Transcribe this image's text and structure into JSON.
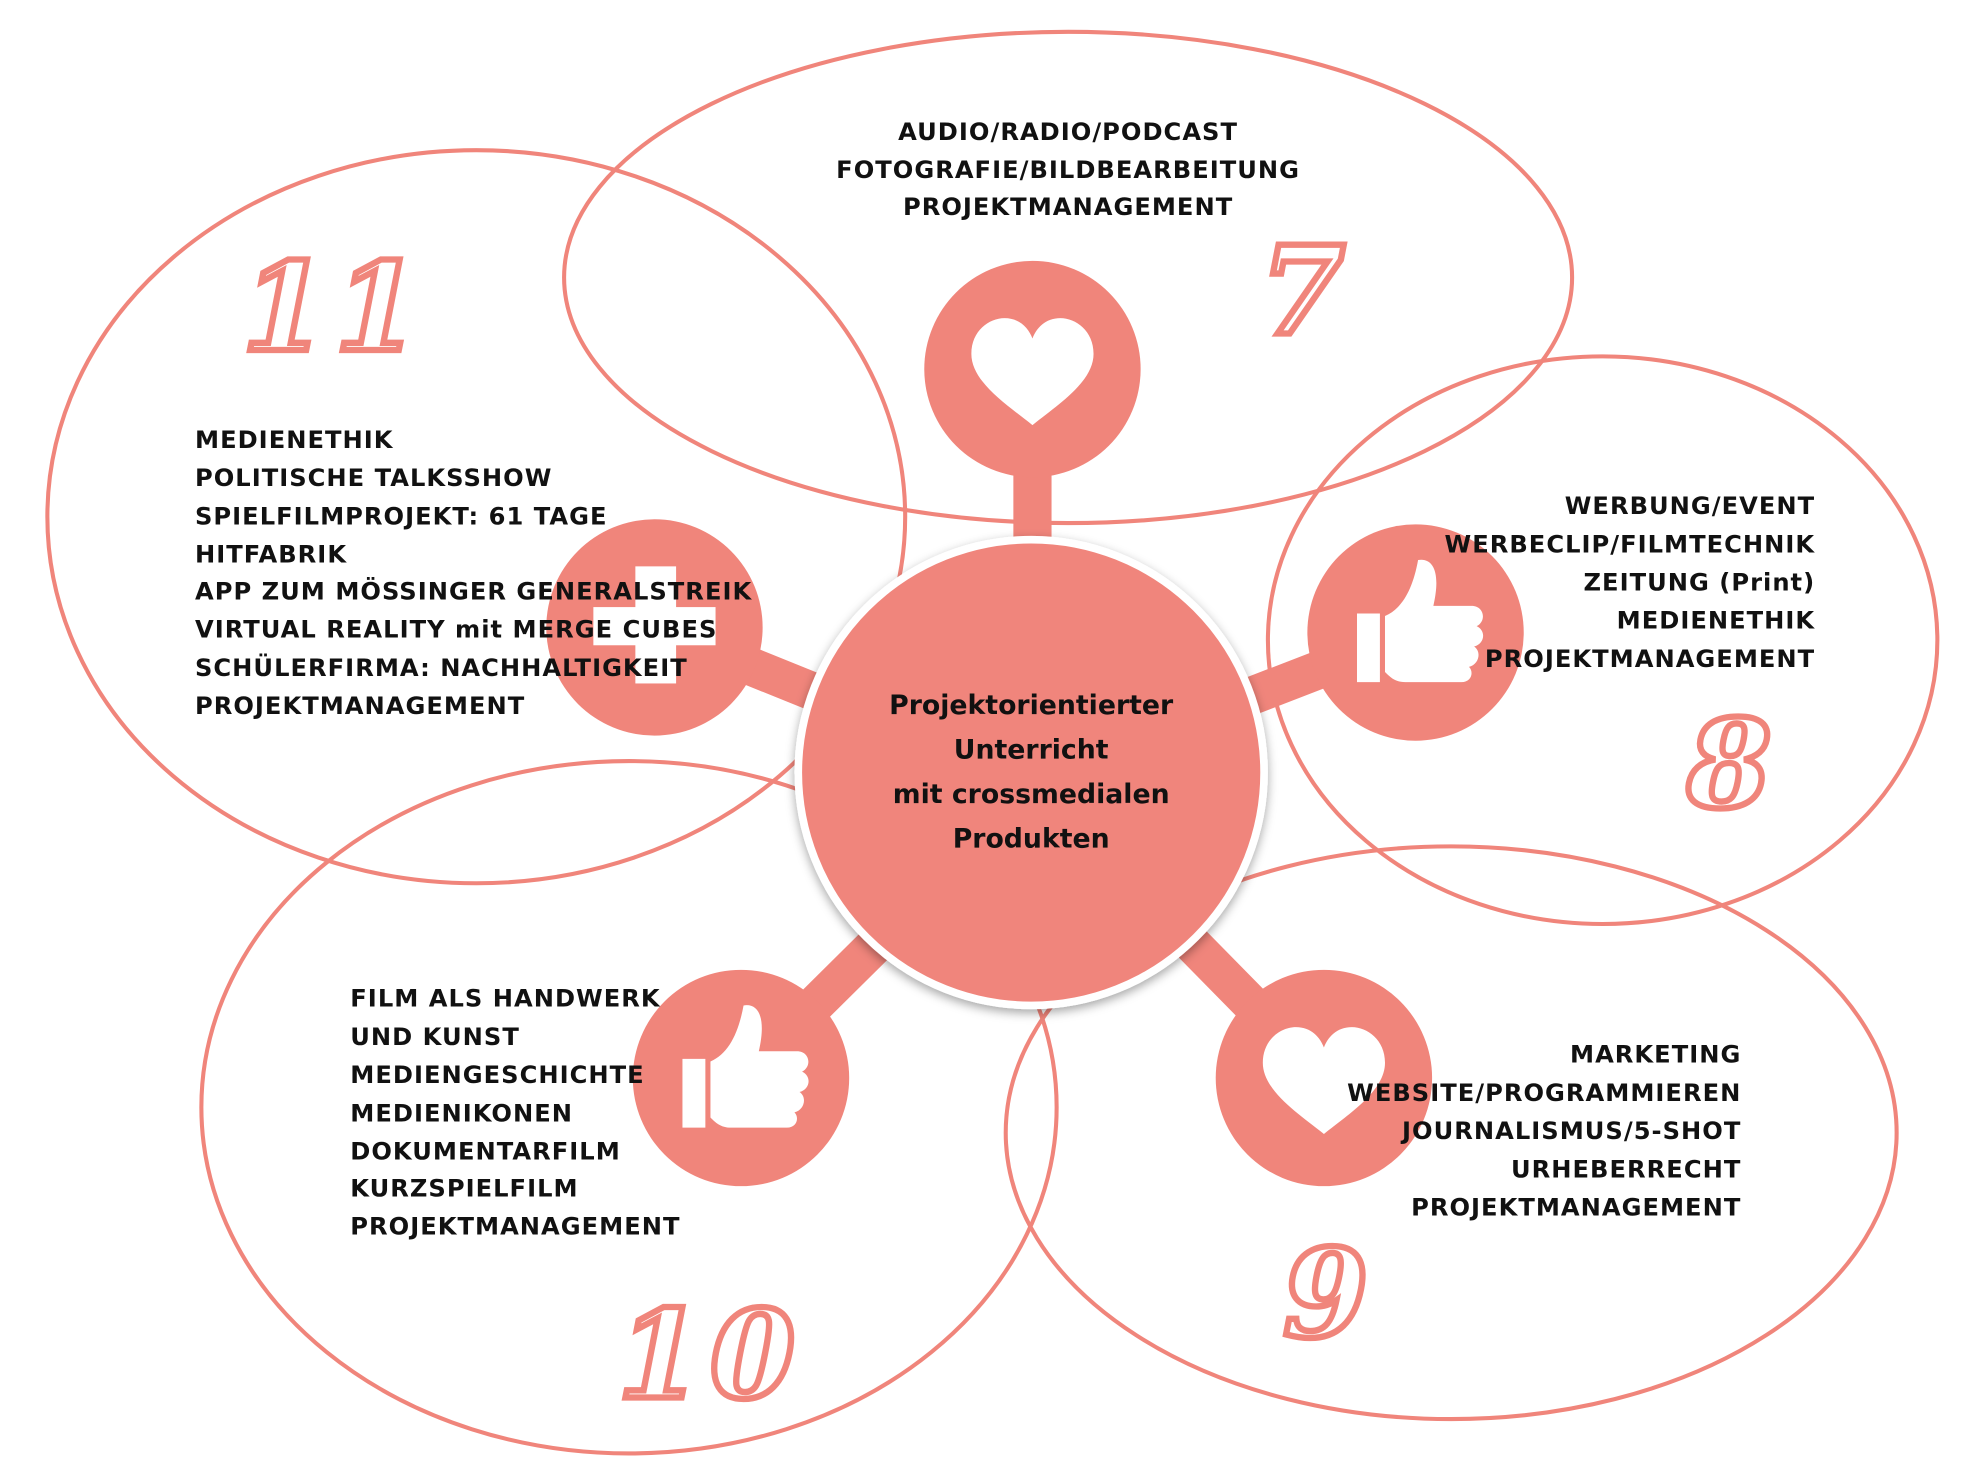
{
  "center": {
    "lines": [
      "Projektorientierter",
      "Unterricht",
      "mit crossmedialen",
      "Produkten"
    ]
  },
  "colors": {
    "accent": "#f0857b",
    "text": "#111111"
  },
  "clusters": [
    {
      "number": "7",
      "icon": "heart-icon",
      "items": [
        "AUDIO/RADIO/PODCAST",
        "FOTOGRAFIE/BILDBEARBEITUNG",
        "PROJEKTMANAGEMENT"
      ]
    },
    {
      "number": "8",
      "icon": "thumbs-up-icon",
      "items": [
        "WERBUNG/EVENT",
        "WERBECLIP/FILMTECHNIK",
        "ZEITUNG (Print)",
        "MEDIENETHIK",
        "PROJEKTMANAGEMENT"
      ]
    },
    {
      "number": "9",
      "icon": "heart-icon",
      "items": [
        "MARKETING",
        "WEBSITE/PROGRAMMIEREN",
        "JOURNALISMUS/5-SHOT",
        "URHEBERRECHT",
        "PROJEKTMANAGEMENT"
      ]
    },
    {
      "number": "10",
      "icon": "thumbs-up-icon",
      "items": [
        "FILM ALS HANDWERK",
        "UND KUNST",
        "MEDIENGESCHICHTE",
        "MEDIENIKONEN",
        "DOKUMENTARFILM",
        "KURZSPIELFILM",
        "PROJEKTMANAGEMENT"
      ]
    },
    {
      "number": "11",
      "icon": "plus-icon",
      "items": [
        "MEDIENETHIK",
        "POLITISCHE TALKSSHOW",
        "SPIELFILMPROJEKT: 61 TAGE",
        "HITFABRIK",
        "APP ZUM MÖSSINGER GENERALSTREIK",
        "VIRTUAL REALITY mit MERGE CUBES",
        "SCHÜLERFIRMA: NACHHALTIGKEIT",
        "PROJEKTMANAGEMENT"
      ]
    }
  ]
}
